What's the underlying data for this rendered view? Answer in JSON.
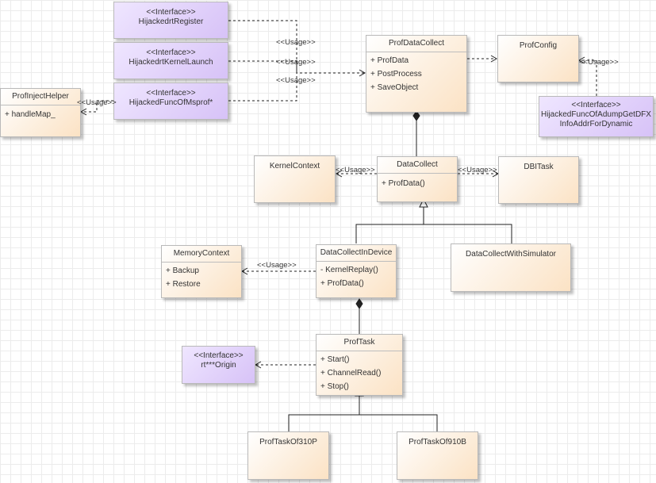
{
  "classes": {
    "hijacked_register": {
      "stereotype": "<<Interface>>",
      "name": "HijackedrtRegister"
    },
    "hijacked_kernel_launch": {
      "stereotype": "<<Interface>>",
      "name": "HijackedrtKernelLaunch"
    },
    "hijacked_func_msprof": {
      "stereotype": "<<Interface>>",
      "name": "HijackedFuncOfMsprof*"
    },
    "prof_inject_helper": {
      "name": "ProfInjectHelper",
      "ops": [
        "+ handleMap_"
      ]
    },
    "prof_data_collect": {
      "name": "ProfDataCollect",
      "ops": [
        "+ ProfData",
        "+ PostProcess",
        "+ SaveObject"
      ]
    },
    "prof_config": {
      "name": "ProfConfig"
    },
    "hijacked_adump": {
      "stereotype": "<<Interface>>",
      "name_line1": "HijackedFuncOfAdumpGetDFX",
      "name_line2": "InfoAddrForDynamic"
    },
    "kernel_context": {
      "name": "KernelContext"
    },
    "data_collect": {
      "name": "DataCollect",
      "ops": [
        "+ ProfData()"
      ]
    },
    "dbi_task": {
      "name": "DBITask"
    },
    "memory_context": {
      "name": "MemoryContext",
      "ops": [
        "+ Backup",
        "+ Restore"
      ]
    },
    "data_collect_in_device": {
      "name": "DataCollectInDevice",
      "ops": [
        "- KernelReplay()",
        "+ ProfData()"
      ]
    },
    "data_collect_with_simulator": {
      "name": "DataCollectWithSimulator"
    },
    "rt_origin": {
      "stereotype": "<<Interface>>",
      "name": "rt***Origin"
    },
    "prof_task": {
      "name": "ProfTask",
      "ops": [
        "+ Start()",
        "+ ChannelRead()",
        "+ Stop()"
      ]
    },
    "prof_task_310p": {
      "name": "ProfTaskOf310P"
    },
    "prof_task_910b": {
      "name": "ProfTaskOf910B"
    }
  },
  "labels": {
    "usage_register": "<<Usage>>",
    "usage_kernel_launch": "<<Usage>>",
    "usage_msprof": "<<Usage>>",
    "usage_inject_helper": "<<Usage>>",
    "usage_adump": "<<Usage>>",
    "usage_kernel_context": "<<Usage>>",
    "usage_dbi_task": "<<Usage>>",
    "usage_memory_context": "<<Usage>>"
  },
  "colors": {
    "class_fill": "#fbe2c4",
    "interface_fill": "#d7c2f7",
    "edge": "#222222",
    "grid": "#ececec"
  }
}
